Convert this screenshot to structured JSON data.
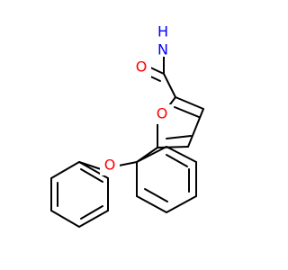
{
  "molecule": {
    "atoms": [
      {
        "id": "N1",
        "symbol": "N",
        "label": "N",
        "sublabel": "H",
        "color": "#0000ff"
      },
      {
        "id": "O_amide",
        "symbol": "O",
        "label": "O",
        "color": "#ff0000"
      },
      {
        "id": "O_furan",
        "symbol": "O",
        "label": "O",
        "color": "#ff0000"
      },
      {
        "id": "O_ether",
        "symbol": "O",
        "label": "O",
        "color": "#ff0000"
      }
    ],
    "colors": {
      "bond": "#000000",
      "nitrogen": "#0000ff",
      "oxygen": "#ff0000"
    }
  }
}
